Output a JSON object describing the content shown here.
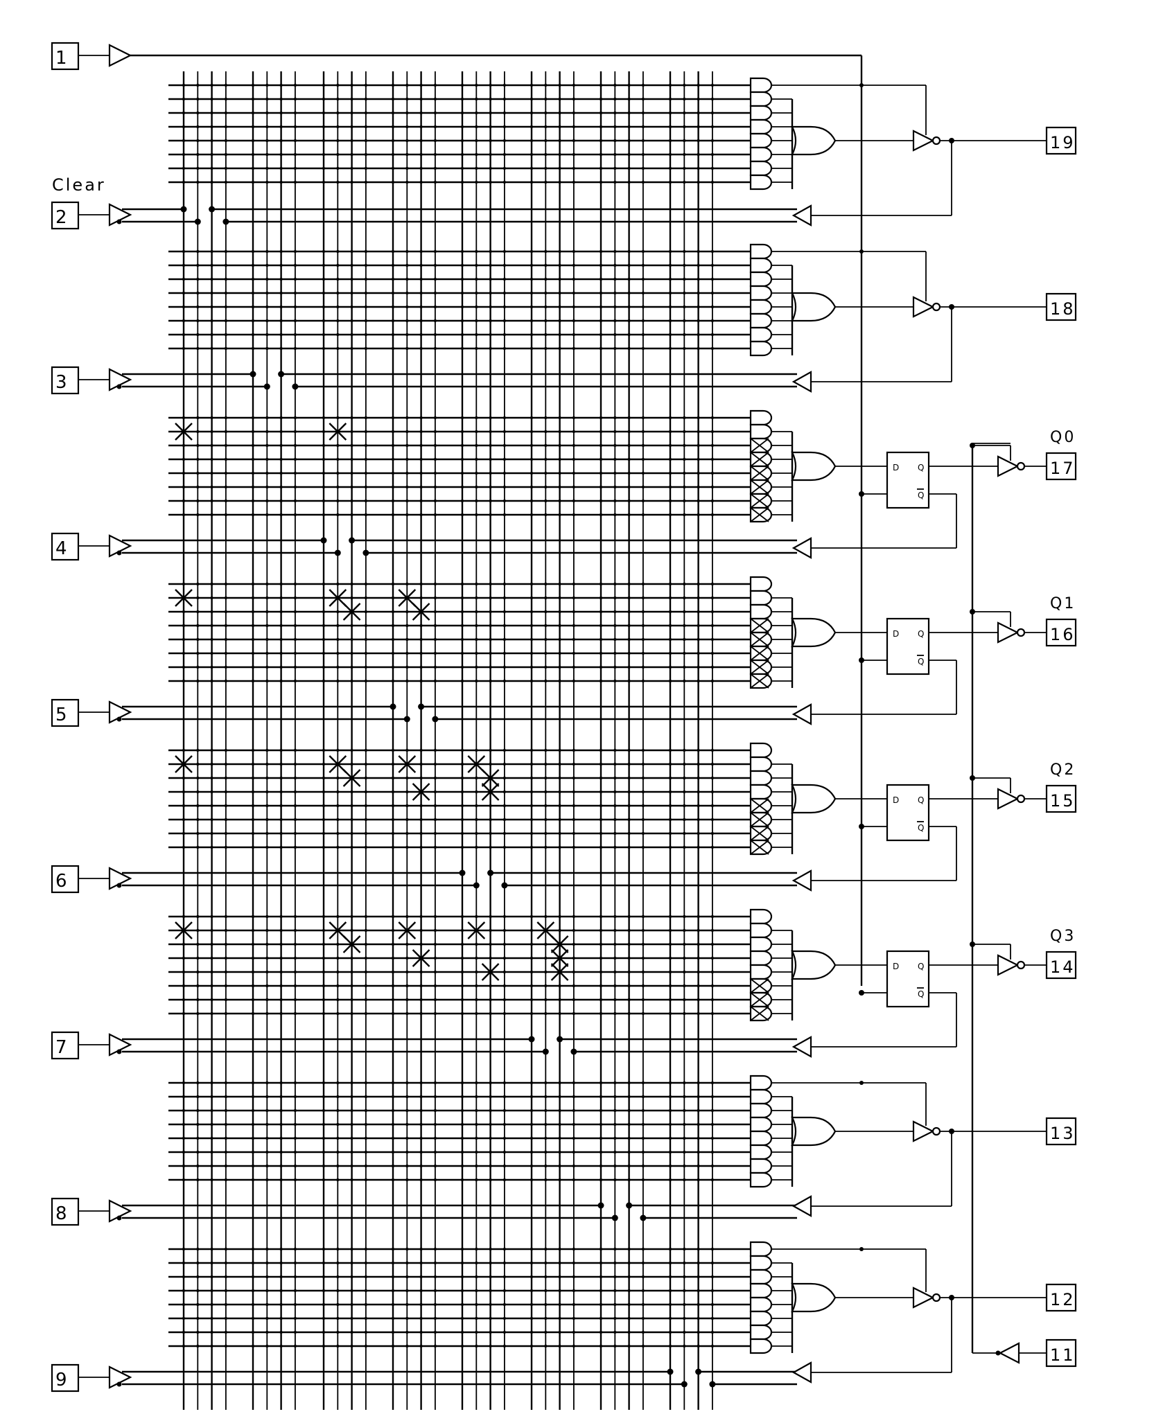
{
  "diagram": {
    "type": "PAL logic schematic",
    "device_inputs": [
      {
        "pin": "1",
        "label": ""
      },
      {
        "pin": "2",
        "label": "Clear"
      },
      {
        "pin": "3",
        "label": ""
      },
      {
        "pin": "4",
        "label": ""
      },
      {
        "pin": "5",
        "label": ""
      },
      {
        "pin": "6",
        "label": ""
      },
      {
        "pin": "7",
        "label": ""
      },
      {
        "pin": "8",
        "label": ""
      },
      {
        "pin": "9",
        "label": ""
      }
    ],
    "outputs": [
      {
        "pin": "19",
        "label": "",
        "type": "combinatorial"
      },
      {
        "pin": "18",
        "label": "",
        "type": "combinatorial"
      },
      {
        "pin": "17",
        "label": "Q0",
        "type": "registered"
      },
      {
        "pin": "16",
        "label": "Q1",
        "type": "registered"
      },
      {
        "pin": "15",
        "label": "Q2",
        "type": "registered"
      },
      {
        "pin": "14",
        "label": "Q3",
        "type": "registered"
      },
      {
        "pin": "13",
        "label": "",
        "type": "combinatorial"
      },
      {
        "pin": "12",
        "label": "",
        "type": "combinatorial"
      }
    ],
    "enable_input": {
      "pin": "11",
      "label": ""
    },
    "flipflop_labels": {
      "d": "D",
      "q": "Q",
      "qbar": "Q"
    },
    "matrix": {
      "columns": 32,
      "product_terms_per_output": 8
    },
    "fuses": [
      {
        "block": 2,
        "term": 1,
        "cols": [
          0,
          9
        ]
      },
      {
        "block": 3,
        "term": 1,
        "cols": [
          0,
          9,
          13
        ]
      },
      {
        "block": 3,
        "term": 2,
        "cols": [
          10,
          14
        ]
      },
      {
        "block": 4,
        "term": 1,
        "cols": [
          0,
          9,
          13,
          17
        ]
      },
      {
        "block": 4,
        "term": 2,
        "cols": [
          10,
          18
        ]
      },
      {
        "block": 4,
        "term": 3,
        "cols": [
          14,
          18
        ]
      },
      {
        "block": 5,
        "term": 1,
        "cols": [
          0,
          9,
          13,
          17,
          21
        ]
      },
      {
        "block": 5,
        "term": 2,
        "cols": [
          10,
          22
        ]
      },
      {
        "block": 5,
        "term": 3,
        "cols": [
          14,
          22
        ]
      },
      {
        "block": 5,
        "term": 4,
        "cols": [
          18,
          22
        ]
      }
    ],
    "and_gate_x_terms": {
      "2": [
        2,
        3,
        4,
        5,
        6,
        7
      ],
      "3": [
        3,
        4,
        5,
        6,
        7
      ],
      "4": [
        4,
        5,
        6,
        7
      ],
      "5": [
        5,
        6,
        7
      ]
    }
  }
}
